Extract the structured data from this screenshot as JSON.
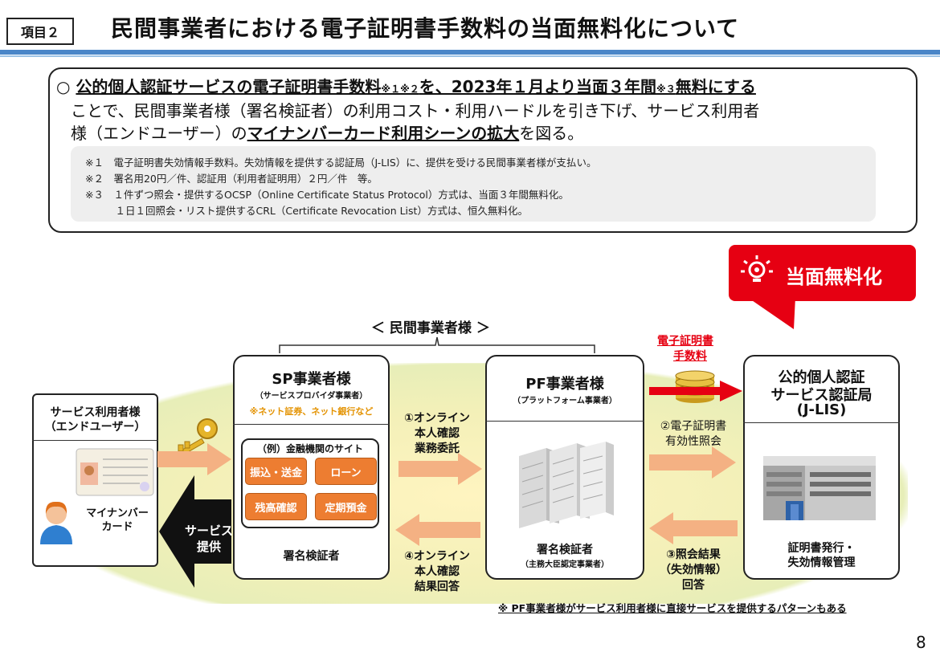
{
  "header": {
    "tag": "項目２",
    "title": "民間事業者における電子証明書手数料の当面無料化について"
  },
  "summary": {
    "bullet": "○",
    "l1_a": "公的個人認証サービスの電子証明書手数料",
    "l1_n1": "※１※２",
    "l1_b": "を、2023年１月より当面３年間",
    "l1_n2": "※３",
    "l1_c": "無料にする",
    "l2": "ことで、民間事業者様（署名検証者）の利用コスト・利用ハードルを引き下げ、サービス利用者",
    "l3_a": "様（エンドユーザー）の",
    "l3_b": "マイナンバーカード利用シーンの拡大",
    "l3_c": "を図る。",
    "notes": [
      "※１　電子証明書失効情報手数料。失効情報を提供する認証局（J-LIS）に、提供を受ける民間事業者様が支払い。",
      "※２　署名用20円／件、認証用（利用者証明用）２円／件　等。",
      "※３　１件ずつ照会・提供するOCSP（Online Certificate Status Protocol）方式は、当面３年間無料化。",
      "　　　１日１回照会・リスト提供するCRL（Certificate Revocation List）方式は、恒久無料化。"
    ]
  },
  "callout": {
    "text": "当面無料化"
  },
  "diagram": {
    "private_label": "＜ 民間事業者様 ＞",
    "fee_label_1": "電子証明書",
    "fee_label_2": "手数料",
    "user": {
      "title_1": "サービス利用者様",
      "title_2": "（エンドユーザー）",
      "card_1": "マイナンバー",
      "card_2": "カード"
    },
    "service_arrow": {
      "l1": "サービス",
      "l2": "提供"
    },
    "sp": {
      "title": "SP事業者様",
      "subtitle": "（サービスプロバイダ事業者）",
      "examples": "※ネット証券、ネット銀行など",
      "site_title": "（例）金融機関のサイト",
      "buttons": [
        "振込・送金",
        "ローン",
        "残高確認",
        "定期預金"
      ],
      "role": "署名検証者"
    },
    "pf": {
      "title": "PF事業者様",
      "subtitle": "（プラットフォーム事業者）",
      "role": "署名検証者",
      "role_sub": "（主務大臣認定事業者）"
    },
    "jlis": {
      "title_1": "公的個人認証",
      "title_2": "サービス認証局",
      "title_3": "(J-LIS)",
      "role_1": "証明書発行・",
      "role_2": "失効情報管理"
    },
    "steps": {
      "s1": [
        "①オンライン",
        "本人確認",
        "業務委託"
      ],
      "s2": [
        "②電子証明書",
        "有効性照会"
      ],
      "s3": [
        "③照会結果",
        "（失効情報）",
        "回答"
      ],
      "s4": [
        "④オンライン",
        "本人確認",
        "結果回答"
      ]
    },
    "footnote": "※ PF事業者様がサービス利用者様に直接サービスを提供するパターンもある"
  },
  "page_number": "8",
  "colors": {
    "accent_blue": "#4a86c8",
    "callout_red": "#e60012",
    "orange": "#ed7d31",
    "arrow_orange": "#f4b183"
  }
}
